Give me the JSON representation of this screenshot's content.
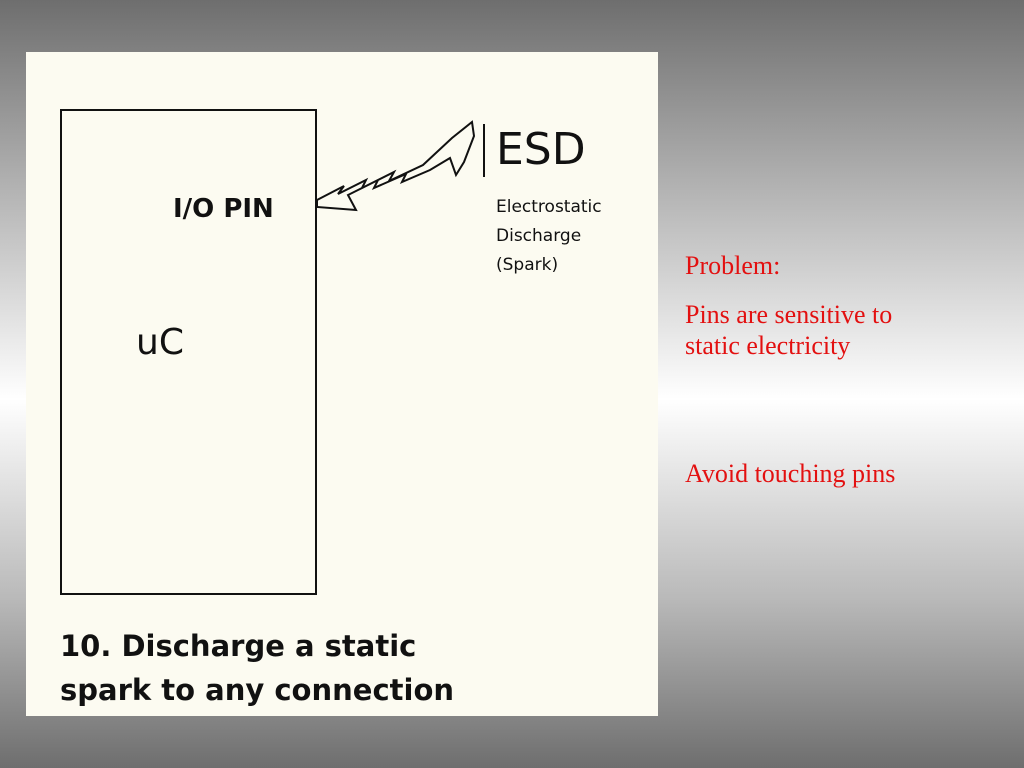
{
  "diagram": {
    "chip_label": "uC",
    "pin_label": "I/O PIN",
    "esd_title": "ESD",
    "esd_desc": [
      "Electrostatic",
      "Discharge",
      "(Spark)"
    ],
    "caption": [
      "10. Discharge a static",
      "spark to any connection"
    ],
    "line_color": "#111111",
    "panel_color": "#fcfbf1"
  },
  "notes": {
    "heading": "Problem:",
    "point": [
      "Pins are sensitive to",
      "static electricity"
    ],
    "advice": "Avoid touching pins",
    "text_color": "#e31010"
  }
}
